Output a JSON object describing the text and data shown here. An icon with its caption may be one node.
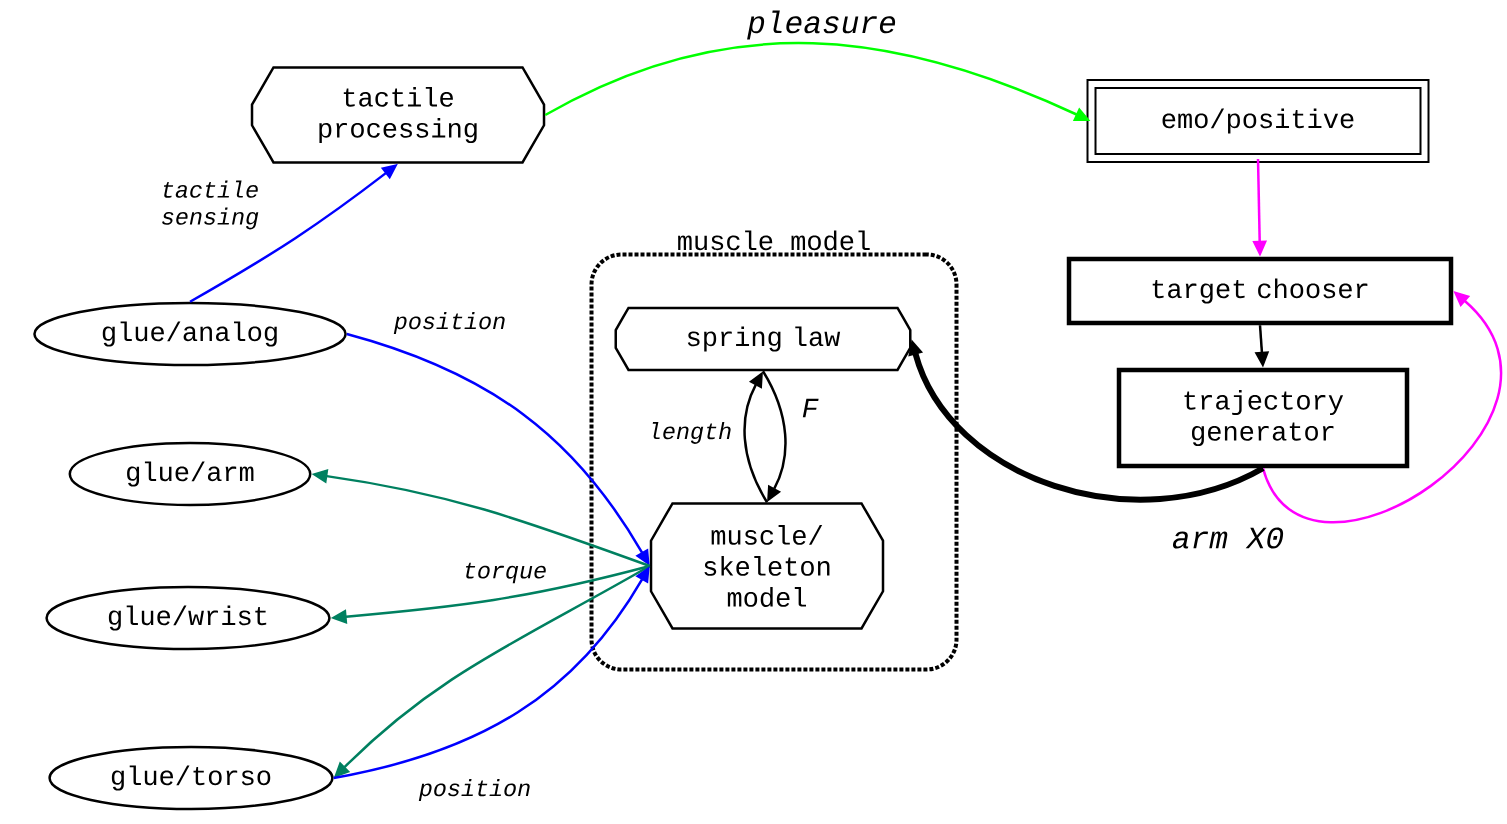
{
  "diagram": {
    "nodes": [
      {
        "text": [
          "tactile processing"
        ]
      },
      {
        "text": [
          "emo/positive"
        ]
      },
      {
        "text": [
          "muscle model"
        ]
      },
      {
        "text": [
          "spring law"
        ],
        "in": 2
      },
      {
        "text": [
          "muscle/ skeleton model"
        ],
        "in": 2
      },
      {
        "text": [
          "target chooser"
        ]
      },
      {
        "text": [
          "trajectory generator"
        ]
      },
      {
        "text": [
          "glue/analog"
        ]
      },
      {
        "text": [
          "glue/arm"
        ]
      },
      {
        "text": [
          "glue/wrist"
        ]
      },
      {
        "text": [
          "glue/torso"
        ]
      }
    ],
    "edges": [
      {
        "from": 7,
        "to": 0,
        "arrow": "to",
        "label": "tactile sensing",
        "color": "#0000ff"
      },
      {
        "from": 0,
        "to": 1,
        "arrow": "to",
        "label": "pleasure",
        "color": "#00ff00"
      },
      {
        "from": 1,
        "to": 5,
        "arrow": "to",
        "color": "#ff00ff"
      },
      {
        "from": 5,
        "to": 6,
        "arrow": "to"
      },
      {
        "from": 6,
        "to": 5,
        "arrow": "to",
        "color": "#ff00ff"
      },
      {
        "from": 6,
        "to": 3,
        "arrow": "to",
        "label": "arm X0",
        "style": "thick"
      },
      {
        "from": 4,
        "to": 3,
        "arrow": "to",
        "label": "length"
      },
      {
        "from": 3,
        "to": 4,
        "arrow": "to",
        "label": "F"
      },
      {
        "from": 7,
        "to": 4,
        "arrow": "to",
        "label": "position",
        "color": "#0000ff"
      },
      {
        "from": 4,
        "to": 8,
        "arrow": "to",
        "color": "#008060"
      },
      {
        "from": 4,
        "to": 9,
        "arrow": "to",
        "label": "torque",
        "color": "#008060"
      },
      {
        "from": 4,
        "to": 10,
        "arrow": "to",
        "color": "#008060"
      },
      {
        "from": 10,
        "to": 4,
        "arrow": "to",
        "label": "position",
        "color": "#0000ff"
      }
    ]
  }
}
